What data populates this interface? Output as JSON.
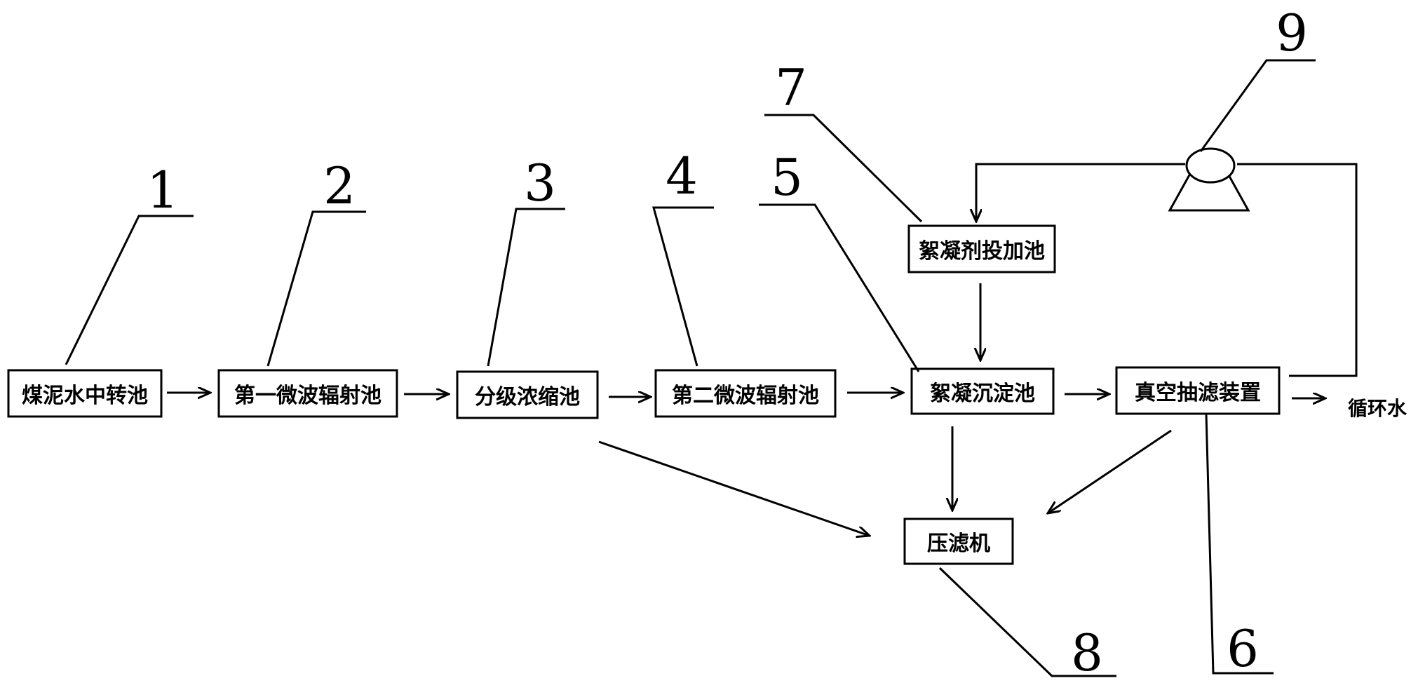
{
  "boxes": {
    "b1": "煤泥水中转池",
    "b2": "第一微波辐射池",
    "b3": "分级浓缩池",
    "b4": "第二微波辐射池",
    "b5": "絮凝沉淀池",
    "b6": "真空抽滤装置",
    "b7": "絮凝剂投加池",
    "b8": "压滤机"
  },
  "numbers": {
    "n1": "1",
    "n2": "2",
    "n3": "3",
    "n4": "4",
    "n5": "5",
    "n6": "6",
    "n7": "7",
    "n8": "8",
    "n9": "9"
  },
  "outputs": {
    "circulating_water": "循环水"
  },
  "colors": {
    "stroke": "#000000",
    "background": "#ffffff"
  }
}
